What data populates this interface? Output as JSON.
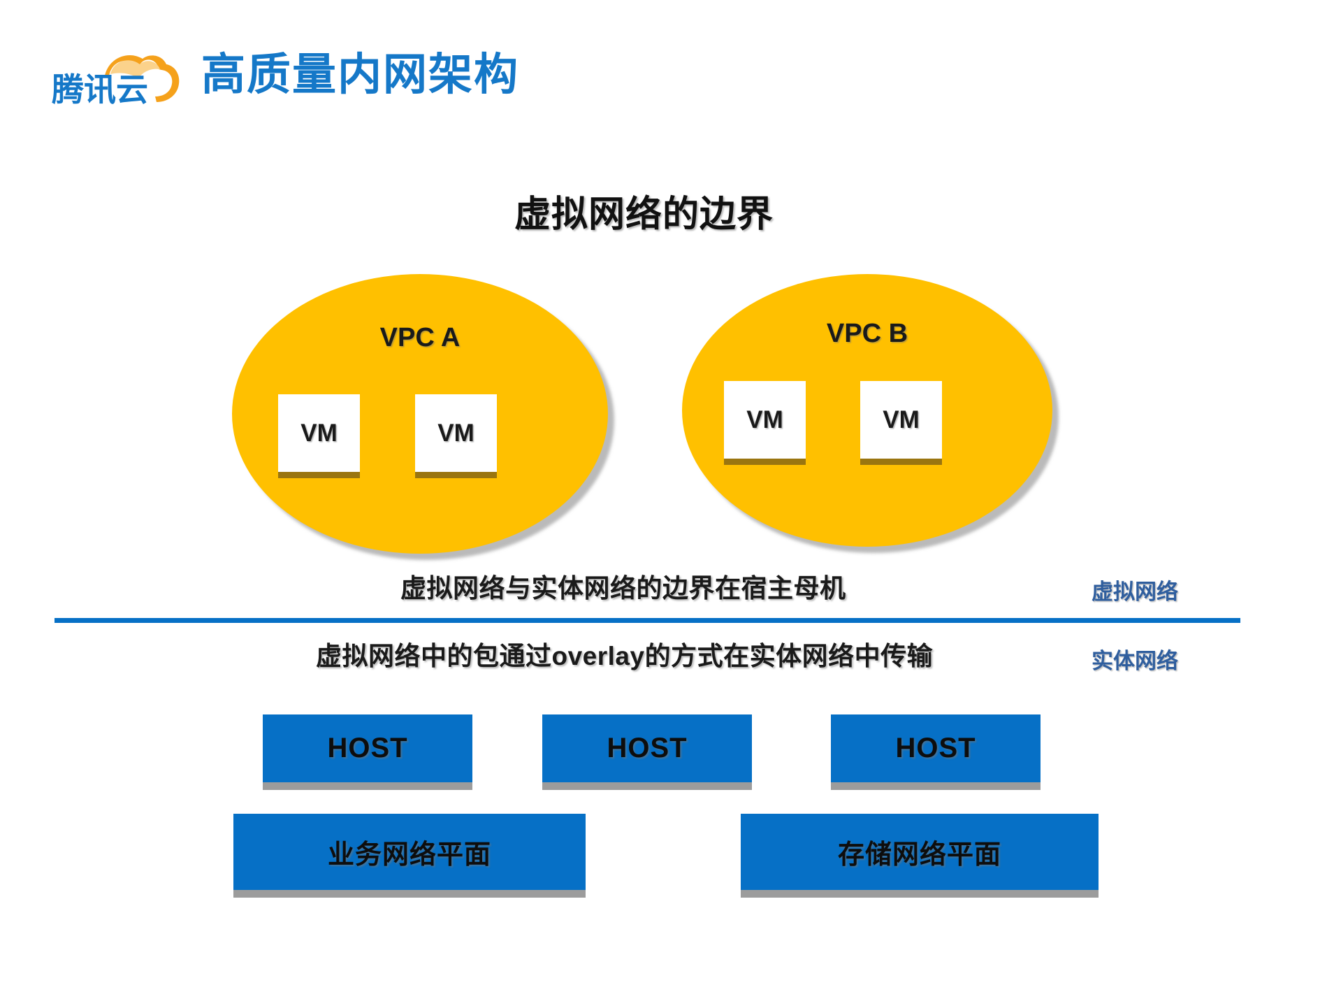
{
  "header": {
    "logo_name": "tencent-cloud-logo",
    "logo_text": "腾讯云",
    "title": "高质量内网架构",
    "title_color": "#1578C8",
    "logo_cloud_color": "#F5A11B",
    "logo_text_color": "#1578C8"
  },
  "slide": {
    "heading": "虚拟网络的边界",
    "background": "#FFFFFF"
  },
  "vpcs": [
    {
      "label": "VPC A",
      "fill_color": "#FFC000",
      "vms": [
        {
          "label": "VM"
        },
        {
          "label": "VM"
        }
      ]
    },
    {
      "label": "VPC B",
      "fill_color": "#FFC000",
      "vms": [
        {
          "label": "VM"
        },
        {
          "label": "VM"
        }
      ]
    }
  ],
  "captions": {
    "boundary_top": "虚拟网络与实体网络的边界在宿主母机",
    "boundary_bottom": "虚拟网络中的包通过overlay的方式在实体网络中传输"
  },
  "side_labels": {
    "virtual": "虚拟网络",
    "physical": "实体网络",
    "color": "#2F5E9E"
  },
  "divider": {
    "color": "#0670C6"
  },
  "hosts": [
    {
      "label": "HOST"
    },
    {
      "label": "HOST"
    },
    {
      "label": "HOST"
    }
  ],
  "planes": [
    {
      "label": "业务网络平面"
    },
    {
      "label": "存储网络平面"
    }
  ],
  "colors": {
    "blue_box": "#0670C6",
    "orange_ellipse": "#FFC000",
    "vm_underline": "#9A7510",
    "box_shadow_bar": "#9C9C9C"
  }
}
